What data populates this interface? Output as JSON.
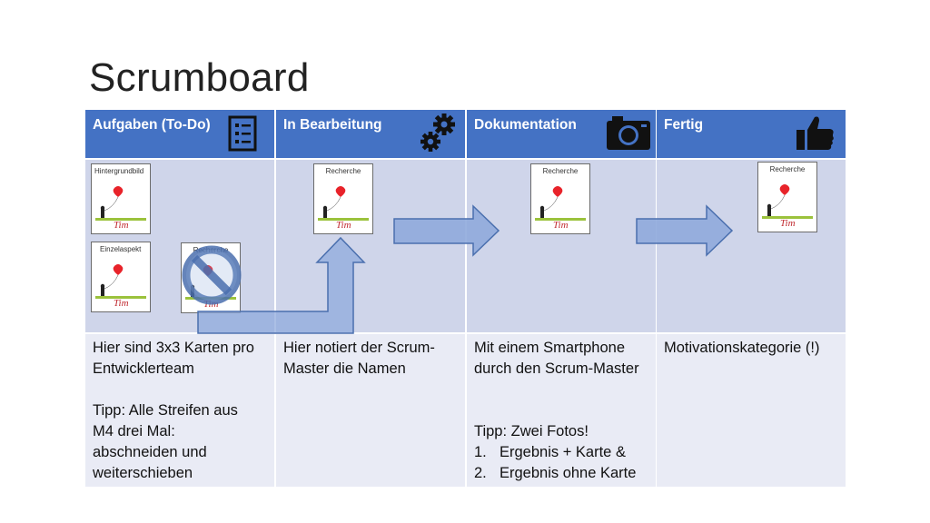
{
  "title": "Scrumboard",
  "columns": [
    {
      "header": "Aufgaben (To-Do)",
      "icon": "checklist-icon",
      "text_lines": [
        "Hier sind 3x3 Karten pro",
        "Entwicklerteam",
        "",
        "Tipp: Alle Streifen aus",
        "M4 drei Mal:",
        "abschneiden und",
        "weiterschieben"
      ]
    },
    {
      "header": "In Bearbeitung",
      "icon": "gears-icon",
      "text_lines": [
        "Hier notiert der Scrum-",
        "Master die Namen"
      ]
    },
    {
      "header": "Dokumentation",
      "icon": "camera-icon",
      "text_lines": [
        "Mit einem Smartphone",
        "durch den Scrum-Master",
        "",
        "",
        "Tipp: Zwei Fotos!"
      ],
      "list": [
        {
          "n": "1.",
          "text": "Ergebnis + Karte &"
        },
        {
          "n": "2.",
          "text": "Ergebnis ohne Karte"
        }
      ]
    },
    {
      "header": "Fertig",
      "icon": "thumbs-up-icon",
      "text_lines": [
        "Motivationskategorie (!)"
      ]
    }
  ],
  "cards": {
    "hintergrundbild": "Hintergrundbild",
    "einzelaspekt": "Einzelaspekt",
    "recherche": "Recherche",
    "signature": "Tim"
  },
  "colors": {
    "header": "#4472c4",
    "middle": "#cfd5ea",
    "bottom": "#e9ebf5",
    "arrow": "#8faadc",
    "balloon": "#e8232a"
  }
}
